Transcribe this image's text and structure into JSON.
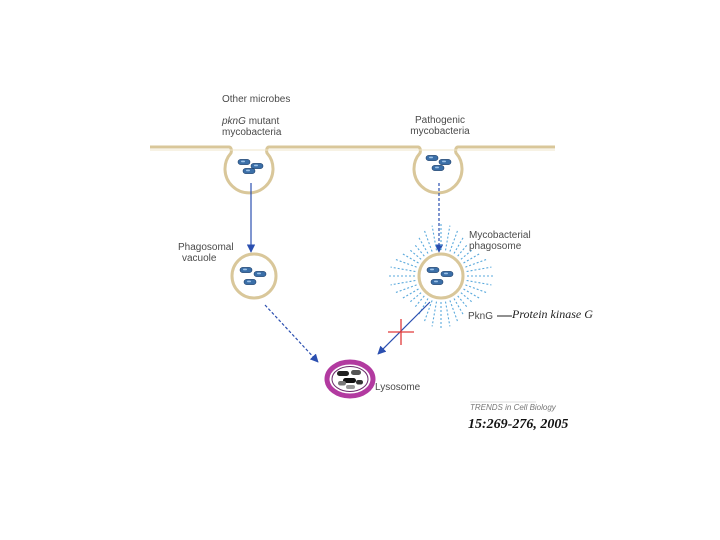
{
  "labels": {
    "other_microbes": "Other microbes",
    "pkng_prefix": "pknG",
    "pkng_mutant_rest": "mutant",
    "mycobacteria_left": "mycobacteria",
    "pathogenic_line1": "Pathogenic",
    "pathogenic_line2": "mycobacteria",
    "phagosomal_line1": "Phagosomal",
    "phagosomal_line2": "vacuole",
    "myco_phag_line1": "Mycobacterial",
    "myco_phag_line2": "phagosome",
    "pkng": "PknG",
    "protein_kinase": "Protein kinase G",
    "lysosome": "Lysosome"
  },
  "source": {
    "journal": "TRENDS in Cell Biology",
    "citation": "15:269-276, 2005"
  },
  "colors": {
    "membrane": "#d9c79a",
    "bacterium": "#3b6fa8",
    "arrow": "#2b4fb0",
    "pkng_dots": "#5aa9dc",
    "block_cross": "#e03a3a",
    "lysosome": "#b23aa0"
  }
}
